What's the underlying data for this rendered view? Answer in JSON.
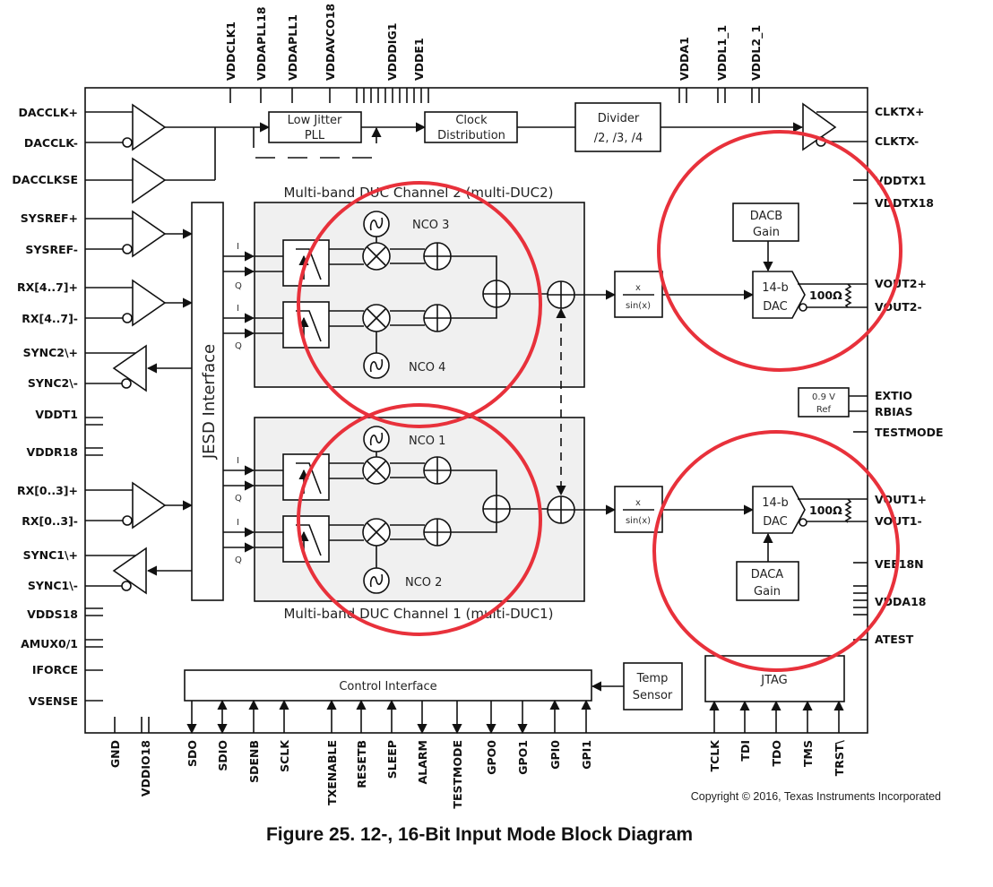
{
  "figure": {
    "caption": "Figure 25.  12-, 16-Bit Input Mode Block Diagram",
    "copyright": "Copyright © 2016, Texas Instruments Incorporated"
  },
  "top_pins": [
    "VDDCLK1",
    "VDDAPLL18",
    "VDDAPLL1",
    "VDDAVCO18",
    "VDDDIG1",
    "VDDE1",
    "VDDA1",
    "VDDL1_1",
    "VDDL2_1"
  ],
  "left_pins": [
    "DACCLK+",
    "DACCLK-",
    "DACCLKSE",
    "SYSREF+",
    "SYSREF-",
    "RX[4..7]+",
    "RX[4..7]-",
    "SYNC2\\+",
    "SYNC2\\-",
    "VDDT1",
    "VDDR18",
    "RX[0..3]+",
    "RX[0..3]-",
    "SYNC1\\+",
    "SYNC1\\-",
    "VDDS18",
    "AMUX0/1",
    "IFORCE",
    "VSENSE"
  ],
  "right_pins": [
    "CLKTX+",
    "CLKTX-",
    "VDDTX1",
    "VDDTX18",
    "VOUT2+",
    "VOUT2-",
    "EXTIO",
    "RBIAS",
    "TESTMODE",
    "VOUT1+",
    "VOUT1-",
    "VEE18N",
    "VDDA18",
    "ATEST"
  ],
  "bottom_pins": [
    "GND",
    "VDDIO18",
    "SDO",
    "SDIO",
    "SDENB",
    "SCLK",
    "TXENABLE",
    "RESETB",
    "SLEEP",
    "ALARM",
    "TESTMODE",
    "GPO0",
    "GPO1",
    "GPI0",
    "GPI1",
    "TCLK",
    "TDI",
    "TDO",
    "TMS",
    "TRST\\"
  ],
  "blocks": {
    "pll_line1": "Low Jitter",
    "pll_line2": "PLL",
    "clock_dist_line1": "Clock",
    "clock_dist_line2": "Distribution",
    "divider_line1": "Divider",
    "divider_line2": "/2, /3, /4",
    "jesd": "JESD Interface",
    "duc2_title": "Multi-band DUC Channel 2 (multi-DUC2)",
    "duc1_title": "Multi-band DUC Channel 1 (multi-DUC1)",
    "nco3": "NCO 3",
    "nco4": "NCO 4",
    "nco1": "NCO 1",
    "nco2": "NCO 2",
    "sinc_num": "x",
    "sinc_den": "sin(x)",
    "dac_line1": "14-b",
    "dac_line2": "DAC",
    "resistor": "100Ω",
    "dacb_gain_line1": "DACB",
    "daca_gain_line1": "DACA",
    "gain_line2": "Gain",
    "ref_line1": "0.9 V",
    "ref_line2": "Ref",
    "control": "Control Interface",
    "temp_line1": "Temp",
    "temp_line2": "Sensor",
    "jtag": "JTAG",
    "i_label": "I",
    "q_label": "Q"
  },
  "annotations": {
    "highlight_color": "#e8313b",
    "count": 4
  }
}
